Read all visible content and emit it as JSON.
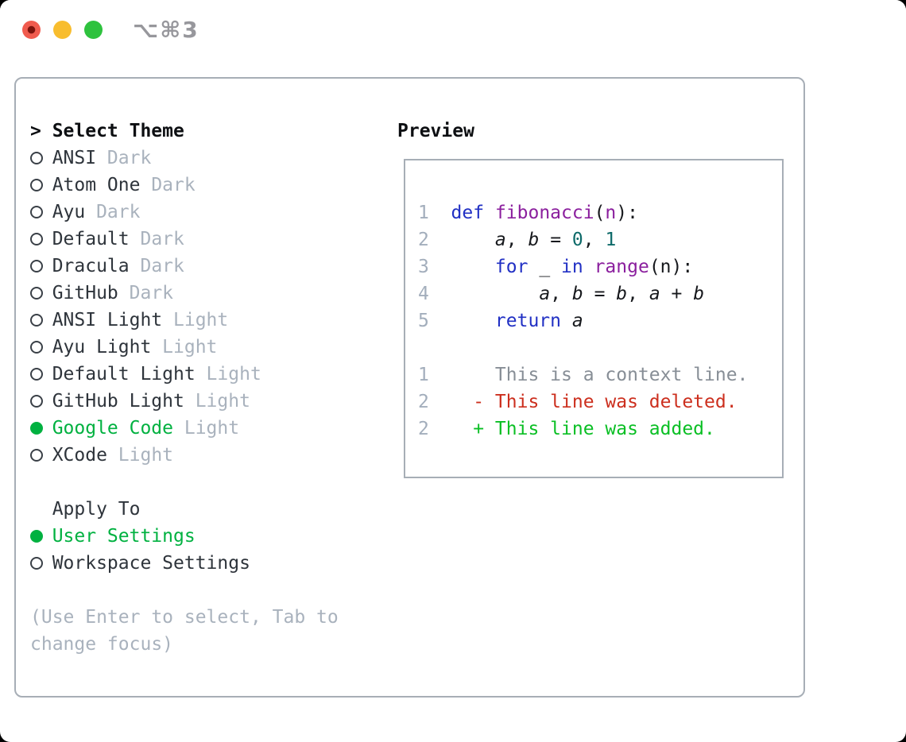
{
  "colors": {
    "accent-green": "#00b140",
    "added-green": "#0abf24",
    "deleted-red": "#cc2f1e",
    "keyword-blue": "#2130c4",
    "function-purple": "#8b1f9e",
    "number-teal": "#0d6a69",
    "muted-gray": "#a9b2bd",
    "line-number-gray": "#a3aebc",
    "context-gray": "#878e96",
    "text-dark": "#2e343b",
    "border-gray": "#a7aeb6",
    "title-gray": "#97979c"
  },
  "window": {
    "title": "⌥⌘3"
  },
  "theme_panel": {
    "prompt": ">",
    "header": "Select Theme",
    "themes": [
      {
        "name": "ANSI",
        "variant": "Dark",
        "selected": false
      },
      {
        "name": "Atom One",
        "variant": "Dark",
        "selected": false
      },
      {
        "name": "Ayu",
        "variant": "Dark",
        "selected": false
      },
      {
        "name": "Default",
        "variant": "Dark",
        "selected": false
      },
      {
        "name": "Dracula",
        "variant": "Dark",
        "selected": false
      },
      {
        "name": "GitHub",
        "variant": "Dark",
        "selected": false
      },
      {
        "name": "ANSI Light",
        "variant": "Light",
        "selected": false
      },
      {
        "name": "Ayu Light",
        "variant": "Light",
        "selected": false
      },
      {
        "name": "Default Light",
        "variant": "Light",
        "selected": false
      },
      {
        "name": "GitHub Light",
        "variant": "Light",
        "selected": false
      },
      {
        "name": "Google Code",
        "variant": "Light",
        "selected": true
      },
      {
        "name": "XCode",
        "variant": "Light",
        "selected": false
      }
    ],
    "apply_to": {
      "header": "Apply To",
      "options": [
        {
          "label": "User Settings",
          "selected": true
        },
        {
          "label": "Workspace Settings",
          "selected": false
        }
      ]
    },
    "help_lines": [
      "(Use Enter to select, Tab to",
      "change focus)"
    ]
  },
  "preview": {
    "header": "Preview",
    "lines": [
      {
        "num": "1",
        "tokens": [
          {
            "t": "def",
            "c": "kw"
          },
          {
            "t": " ",
            "c": "pl"
          },
          {
            "t": "fibonacci",
            "c": "fn"
          },
          {
            "t": "(",
            "c": "pl"
          },
          {
            "t": "n",
            "c": "fn"
          },
          {
            "t": "):",
            "c": "pl"
          }
        ]
      },
      {
        "num": "2",
        "tokens": [
          {
            "t": "    ",
            "c": "pl"
          },
          {
            "t": "a",
            "c": "var"
          },
          {
            "t": ", ",
            "c": "pl"
          },
          {
            "t": "b",
            "c": "var"
          },
          {
            "t": " = ",
            "c": "pl"
          },
          {
            "t": "0",
            "c": "num"
          },
          {
            "t": ", ",
            "c": "pl"
          },
          {
            "t": "1",
            "c": "num"
          }
        ]
      },
      {
        "num": "3",
        "tokens": [
          {
            "t": "    ",
            "c": "pl"
          },
          {
            "t": "for",
            "c": "kw"
          },
          {
            "t": " _ ",
            "c": "pl"
          },
          {
            "t": "in",
            "c": "kw"
          },
          {
            "t": " ",
            "c": "pl"
          },
          {
            "t": "range",
            "c": "fn"
          },
          {
            "t": "(n):",
            "c": "pl"
          }
        ]
      },
      {
        "num": "4",
        "tokens": [
          {
            "t": "        ",
            "c": "pl"
          },
          {
            "t": "a",
            "c": "var"
          },
          {
            "t": ", ",
            "c": "pl"
          },
          {
            "t": "b",
            "c": "var"
          },
          {
            "t": " = ",
            "c": "pl"
          },
          {
            "t": "b",
            "c": "var"
          },
          {
            "t": ", ",
            "c": "pl"
          },
          {
            "t": "a",
            "c": "var"
          },
          {
            "t": " + ",
            "c": "pl"
          },
          {
            "t": "b",
            "c": "var"
          }
        ]
      },
      {
        "num": "5",
        "tokens": [
          {
            "t": "    ",
            "c": "pl"
          },
          {
            "t": "return",
            "c": "kw"
          },
          {
            "t": " ",
            "c": "pl"
          },
          {
            "t": "a",
            "c": "var"
          }
        ]
      },
      {
        "num": "",
        "tokens": []
      },
      {
        "num": "1",
        "tokens": [
          {
            "t": "    This is a context line.",
            "c": "ctx"
          }
        ]
      },
      {
        "num": "2",
        "tokens": [
          {
            "t": "  - This line was deleted.",
            "c": "del"
          }
        ]
      },
      {
        "num": "2",
        "tokens": [
          {
            "t": "  + This line was added.",
            "c": "add"
          }
        ]
      }
    ]
  }
}
